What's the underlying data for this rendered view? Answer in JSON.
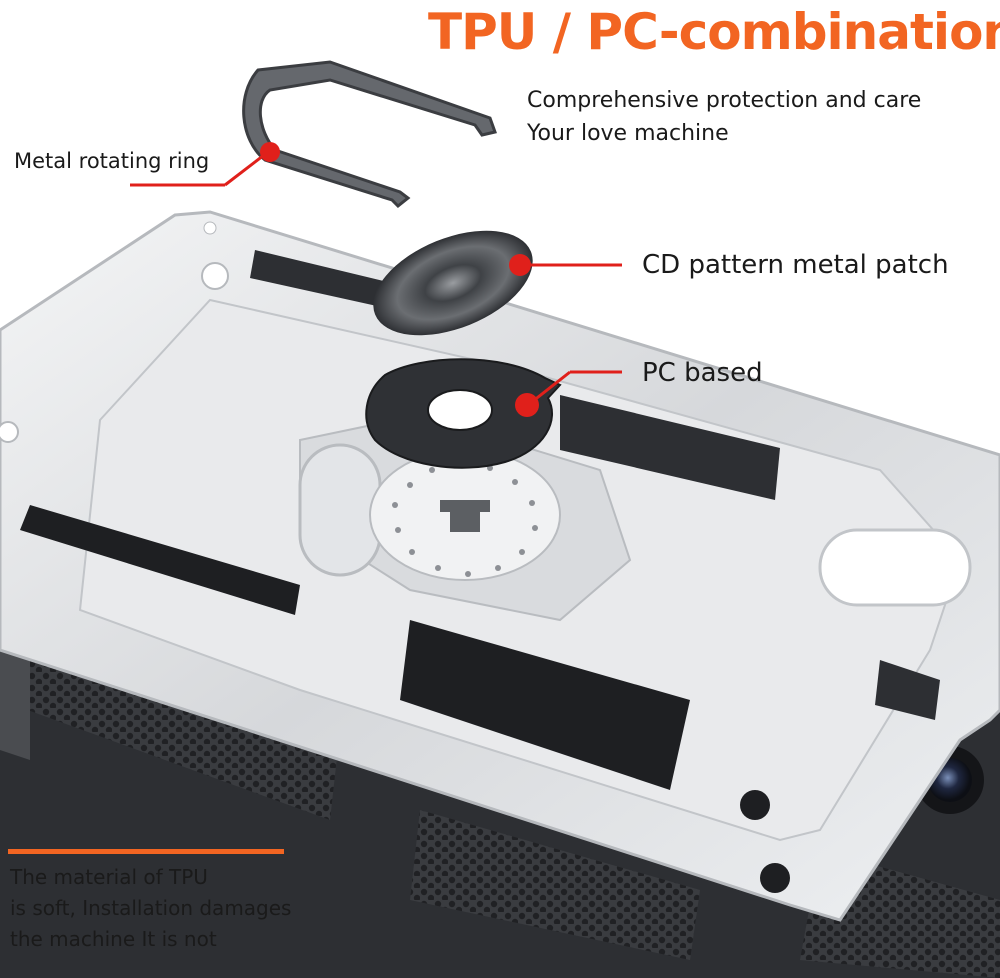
{
  "header": {
    "title": "TPU / PC-combination",
    "tagline": [
      "Comprehensive protection and care",
      "Your love machine"
    ]
  },
  "callouts": {
    "ring": "Metal rotating ring",
    "cd_patch": "CD pattern metal patch",
    "pc_base": "PC based"
  },
  "note": {
    "lines": [
      "The material of TPU",
      "is soft, Installation damages",
      "the machine It is not"
    ]
  },
  "colors": {
    "accent_orange": "#f26522",
    "pointer_red": "#e0201b",
    "case_silver": "#dfe1e4",
    "dark_parts": "#2b2d30"
  }
}
